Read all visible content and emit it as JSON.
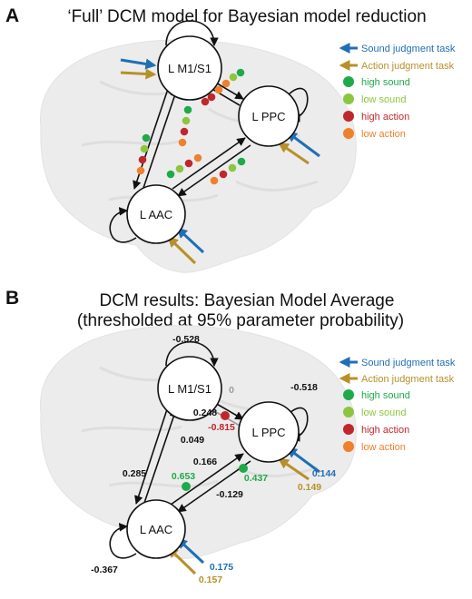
{
  "panel_a": {
    "letter": "A",
    "title": "‘Full’ DCM model for Bayesian model reduction",
    "nodes": {
      "m1": "L M1/S1",
      "ppc": "L PPC",
      "aac": "L AAC"
    }
  },
  "panel_b": {
    "letter": "B",
    "title_line1": "DCM results: Bayesian Model Average",
    "title_line2": "(thresholded at 95% parameter probability)",
    "nodes": {
      "m1": "L M1/S1",
      "ppc": "L PPC",
      "aac": "L AAC"
    },
    "values": {
      "m1_self": "-0.528",
      "ppc_self": "-0.518",
      "aac_self": "-0.367",
      "ppc_to_m1": "0",
      "m1_to_ppc": "0.248",
      "m1_to_ppc_action": "-0.815",
      "aac_to_m1": "0.285",
      "m1_to_aac": "0.049",
      "aac_to_ppc": "0.166",
      "aac_to_ppc_sound": "0.653",
      "ppc_to_aac": "-0.129",
      "ppc_to_aac_sound": "0.437",
      "ppc_sound_task": "0.144",
      "ppc_action_task": "0.149",
      "aac_sound_task": "0.175",
      "aac_action_task": "0.157"
    }
  },
  "legend": [
    {
      "key": "sound_task",
      "label": "Sound judgment task",
      "color": "#1f6fb5",
      "marker": "arrow"
    },
    {
      "key": "action_task",
      "label": "Action judgment task",
      "color": "#b8902a",
      "marker": "arrow"
    },
    {
      "key": "high_sound",
      "label": "high sound",
      "color": "#1faa4a",
      "marker": "dot"
    },
    {
      "key": "low_sound",
      "label": "low sound",
      "color": "#8cc63f",
      "marker": "dot"
    },
    {
      "key": "high_action",
      "label": "high action",
      "color": "#c0272d",
      "marker": "dot"
    },
    {
      "key": "low_action",
      "label": "low action",
      "color": "#f0812c",
      "marker": "dot"
    }
  ],
  "colors": {
    "sound": "#1f6fb5",
    "action": "#b8902a",
    "high_sound": "#1faa4a",
    "low_sound": "#8cc63f",
    "high_action": "#c0272d",
    "low_action": "#f0812c",
    "zero": "#9a9a9a",
    "brain": "#ececec"
  }
}
